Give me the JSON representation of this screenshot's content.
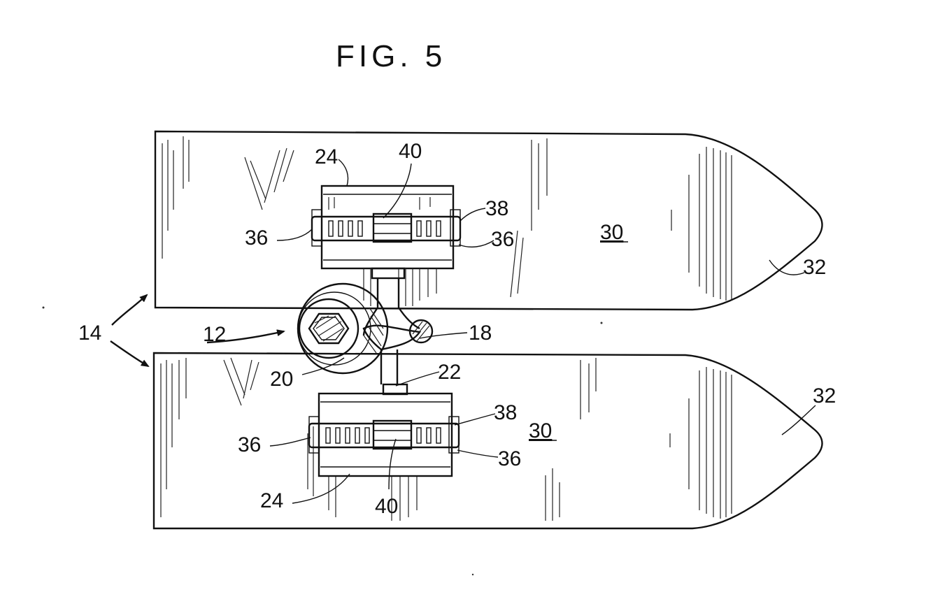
{
  "figure": {
    "title": "FIG. 5"
  },
  "labels": {
    "l14": "14",
    "l12": "12",
    "l18": "18",
    "l20": "20",
    "l22": "22",
    "l24_top": "24",
    "l24_bot": "24",
    "l40_top": "40",
    "l40_bot": "40",
    "l38_top": "38",
    "l38_bot": "38",
    "l36_top_left": "36",
    "l36_top_right": "36",
    "l36_bot_left": "36",
    "l36_bot_right": "36",
    "l30_top": "30",
    "l30_bot": "30",
    "l32_top": "32",
    "l32_bot": "32"
  }
}
